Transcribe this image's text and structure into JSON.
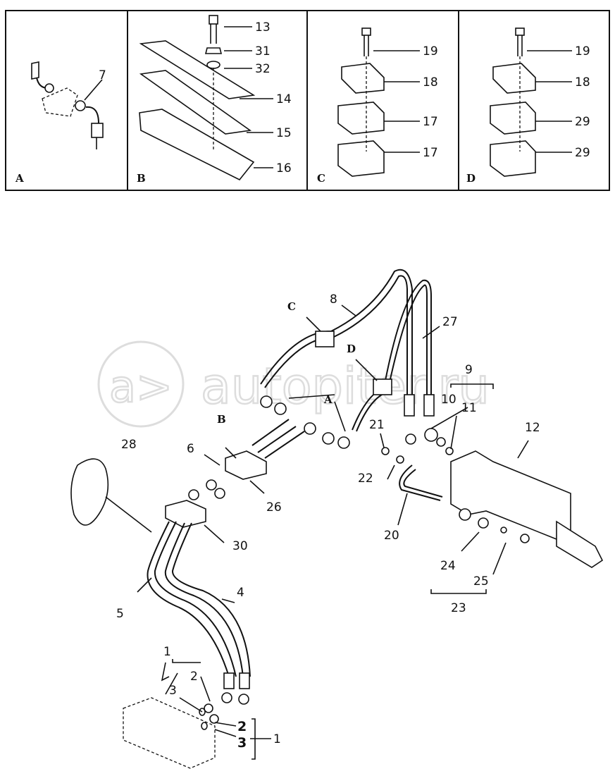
{
  "watermark": "autopiter.ru",
  "panels": [
    {
      "letter": "A",
      "callouts": [
        "7"
      ]
    },
    {
      "letter": "B",
      "callouts": [
        "13",
        "31",
        "32",
        "14",
        "15",
        "16"
      ]
    },
    {
      "letter": "C",
      "callouts": [
        "19",
        "18",
        "17",
        "17"
      ]
    },
    {
      "letter": "D",
      "callouts": [
        "19",
        "18",
        "29",
        "29"
      ]
    }
  ],
  "main_callouts": {
    "c8": "8",
    "c27": "27",
    "cC": "C",
    "cD": "D",
    "cA": "A",
    "cB": "B",
    "c9": "9",
    "c10": "10",
    "c11": "11",
    "c12": "12",
    "c21": "21",
    "c22": "22",
    "c28": "28",
    "c6": "6",
    "c26": "26",
    "c30": "30",
    "c20": "20",
    "c24": "24",
    "c25": "25",
    "c23": "23",
    "c5": "5",
    "c4": "4",
    "c1a": "1",
    "c2a": "2",
    "c3a": "3",
    "c2b": "2",
    "c3b": "3",
    "c1b": "1"
  }
}
